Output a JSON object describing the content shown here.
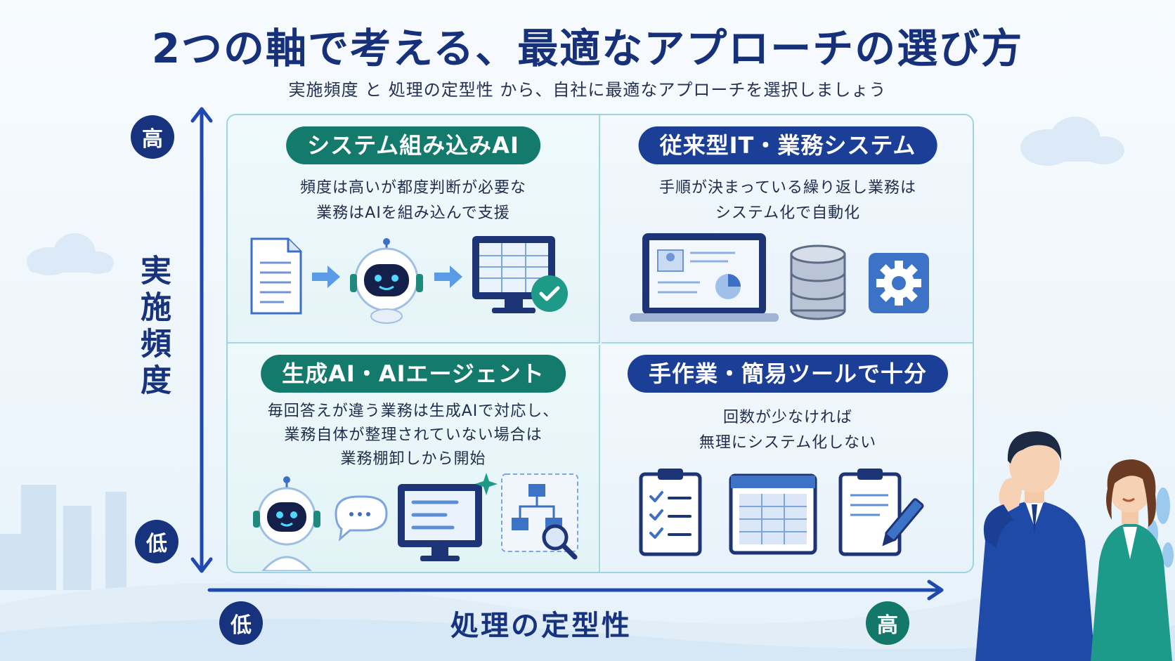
{
  "title": "2つの軸で考える、最適なアプローチの選び方",
  "subtitle": "実施頻度 と 処理の定型性 から、自社に最適なアプローチを選択しましょう",
  "y_axis": {
    "label": "実施頻度",
    "high": "高",
    "low": "低"
  },
  "x_axis": {
    "label": "処理の定型性",
    "low": "低",
    "high": "高"
  },
  "quadrants": {
    "top_left": {
      "title": "システム組み込みAI",
      "desc": [
        "頻度は高いが都度判断が必要な",
        "業務はAIを組み込んで支援"
      ],
      "icons": [
        "document-icon",
        "arrow-right-icon",
        "robot-icon",
        "arrow-right-icon",
        "monitor-table-check-icon"
      ]
    },
    "top_right": {
      "title": "従来型IT・業務システム",
      "desc": [
        "手順が決まっている繰り返し業務は",
        "システム化で自動化"
      ],
      "icons": [
        "laptop-dashboard-icon",
        "database-icon",
        "gear-icon"
      ]
    },
    "bottom_left": {
      "title": "生成AI・AIエージェント",
      "desc": [
        "毎回答えが違う業務は生成AIで対応し、",
        "業務自体が整理されていない場合は",
        "業務棚卸しから開始"
      ],
      "icons": [
        "robot-icon",
        "chat-bubble-icon",
        "monitor-sparkle-icon",
        "flowchart-magnifier-icon"
      ]
    },
    "bottom_right": {
      "title": "手作業・簡易ツールで十分",
      "desc": [
        "回数が少なければ",
        "無理にシステム化しない"
      ],
      "icons": [
        "checklist-clipboard-icon",
        "spreadsheet-icon",
        "clipboard-pencil-icon"
      ]
    }
  },
  "colors": {
    "navy": "#17337e",
    "teal": "#137a6c",
    "axis": "#1f48b0"
  }
}
